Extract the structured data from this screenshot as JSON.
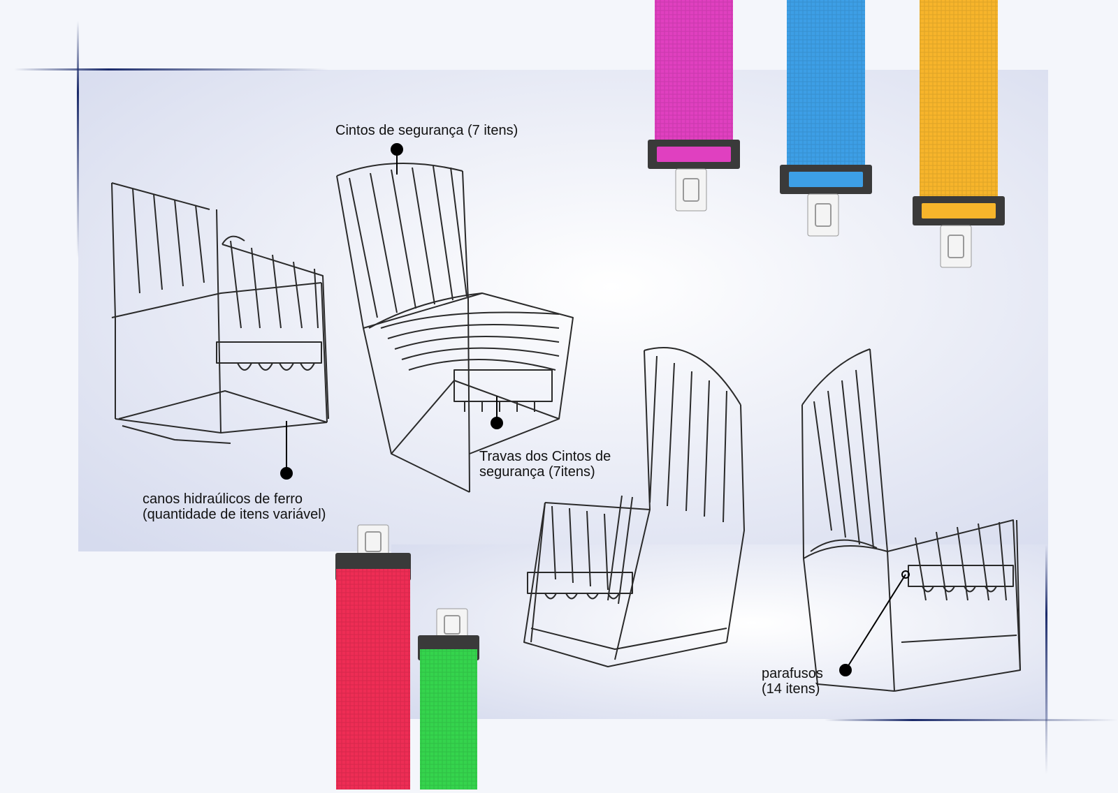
{
  "callouts": {
    "belts": {
      "line1": "Cintos de segurança (7 itens)"
    },
    "buckles": {
      "line1": "Travas dos Cintos de",
      "line2": "segurança (7itens)"
    },
    "pipes": {
      "line1": "canos hidraúlicos de ferro",
      "line2": "(quantidade de itens variável)"
    },
    "screws": {
      "line1": "parafusos",
      "line2": "(14 itens)"
    }
  },
  "belt_colors": {
    "magenta": "#e040c0",
    "blue": "#3d9fe6",
    "yellow": "#f7b52b",
    "red": "#ee2d55",
    "green": "#35d44d"
  },
  "colors": {
    "panel": "#dfe3f2",
    "outline": "#2a2a2a",
    "frame_accent": "#1a2a6a",
    "buckle": "#3a3a3a"
  }
}
